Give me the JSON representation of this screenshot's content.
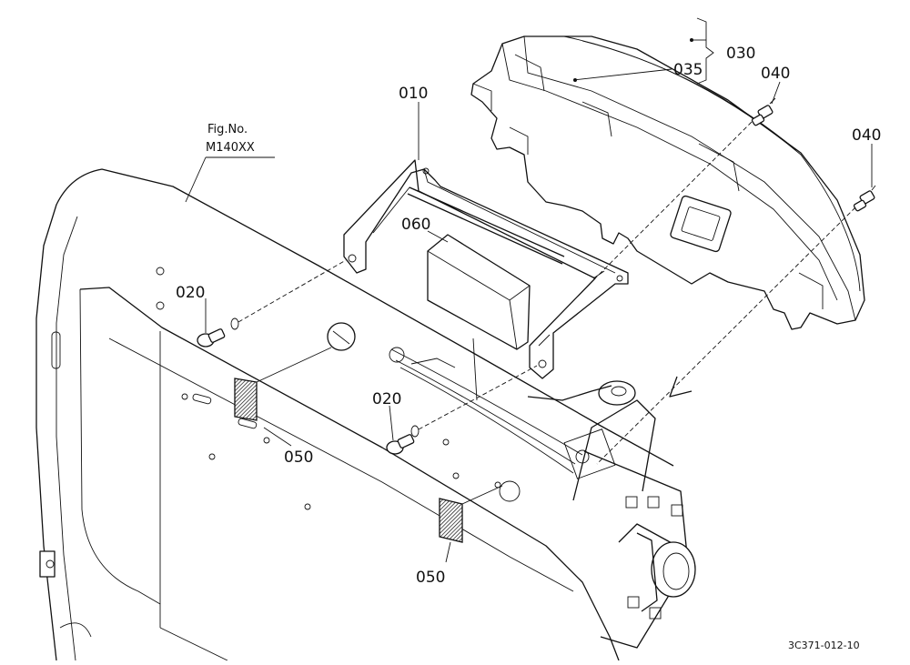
{
  "figure": {
    "fig_no_label": "Fig.No.",
    "fig_no_value": "M140XX",
    "drawing_code": "3C371-012-10"
  },
  "callouts": {
    "c010": "010",
    "c020a": "020",
    "c020b": "020",
    "c030": "030",
    "c035": "035",
    "c040a": "040",
    "c040b": "040",
    "c050a": "050",
    "c050b": "050",
    "c060": "060"
  }
}
